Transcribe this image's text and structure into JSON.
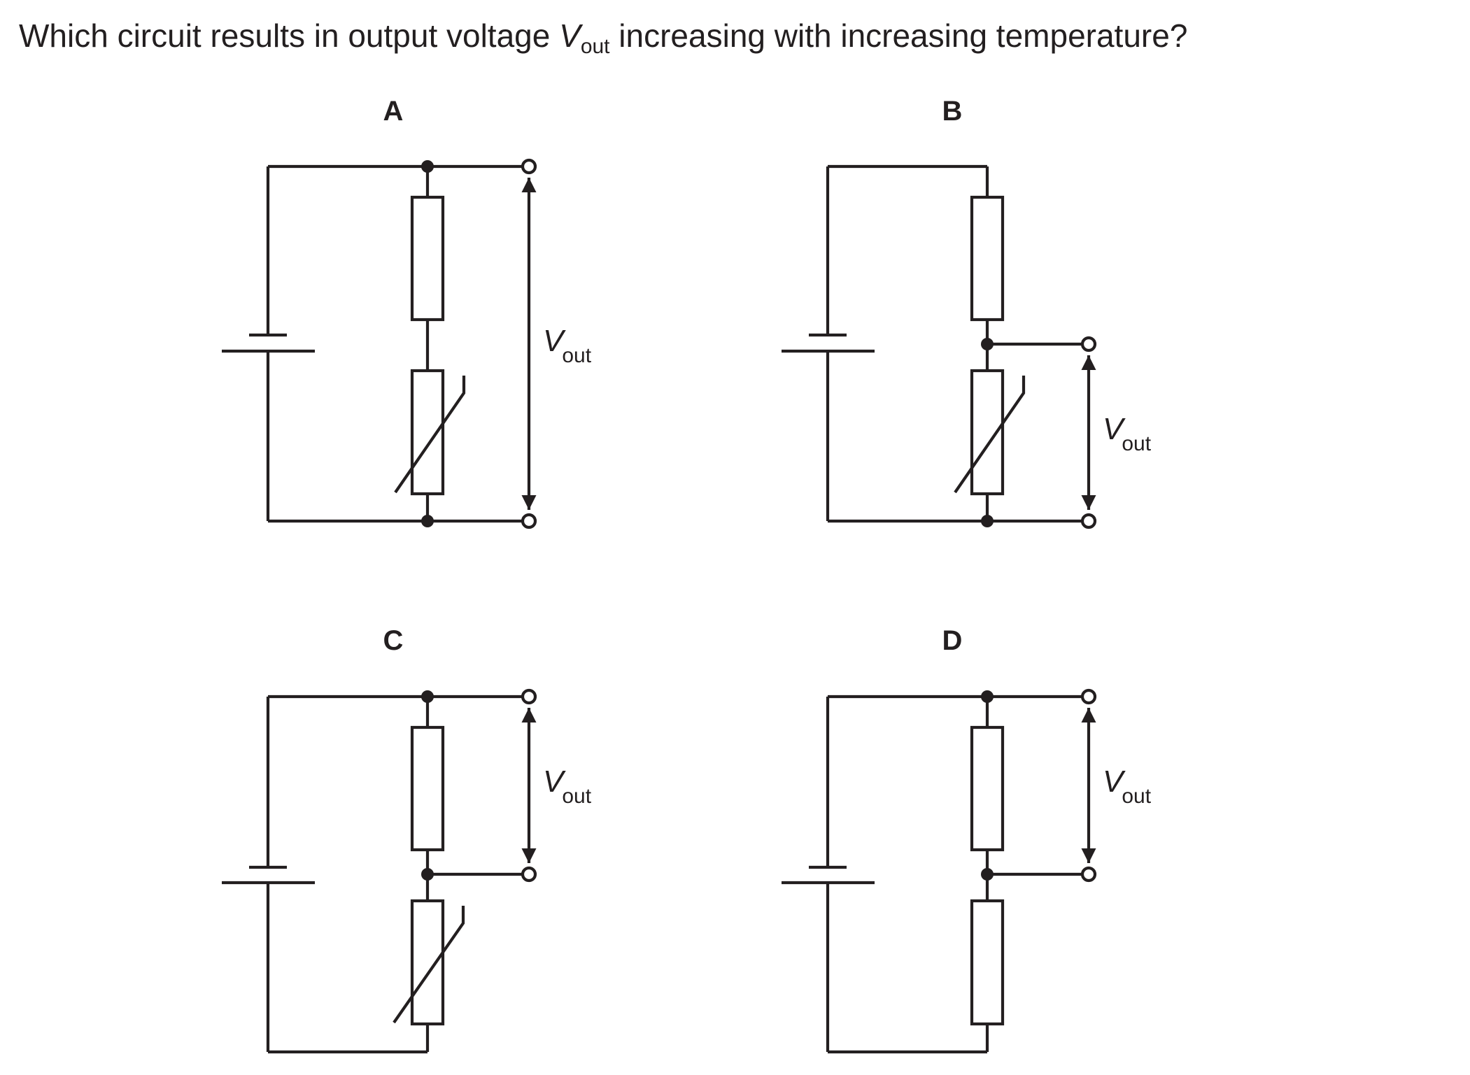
{
  "question": {
    "before": "Which circuit results in output voltage ",
    "var": "V",
    "sub": "out",
    "after": " increasing with increasing temperature?"
  },
  "circuits": [
    {
      "letter": "A",
      "vout_symbol": "V",
      "vout_sub": "out"
    },
    {
      "letter": "B",
      "vout_symbol": "V",
      "vout_sub": "out"
    },
    {
      "letter": "C",
      "vout_symbol": "V",
      "vout_sub": "out"
    },
    {
      "letter": "D",
      "vout_symbol": "V",
      "vout_sub": "out"
    }
  ],
  "colors": {
    "ink": "#231f20",
    "background": "#ffffff"
  }
}
